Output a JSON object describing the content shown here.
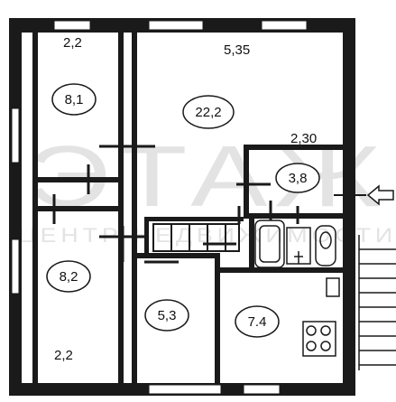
{
  "watermark": {
    "large": "ЭТАЖ",
    "small": "ЦЕНТР НЕДВИЖИМОСТИ"
  },
  "dimensions": {
    "top_left": "2,2",
    "top_center": "5,35",
    "right": "2,30",
    "bottom_left": "2,2"
  },
  "rooms": [
    {
      "id": "room-1",
      "area": "8,1"
    },
    {
      "id": "room-2",
      "area": "22,2"
    },
    {
      "id": "room-3",
      "area": "3,8"
    },
    {
      "id": "room-4",
      "area": "8,2"
    },
    {
      "id": "room-5",
      "area": "5,3"
    },
    {
      "id": "room-6",
      "area": "7.4"
    }
  ]
}
